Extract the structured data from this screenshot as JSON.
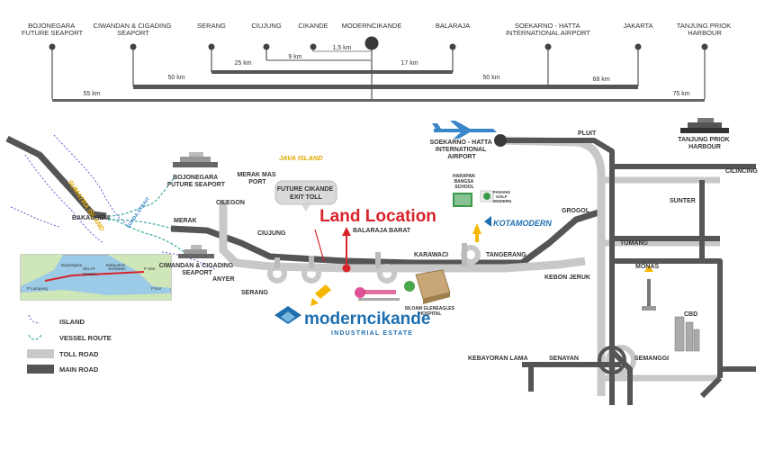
{
  "distance_chart": {
    "destinations": [
      {
        "id": "bojonegara",
        "lines": [
          "BOJONEGARA",
          "FUTURE SEAPORT"
        ]
      },
      {
        "id": "ciwandan",
        "lines": [
          "CIWANDAN & CIGADING",
          "SEAPORT"
        ]
      },
      {
        "id": "serang",
        "lines": [
          "SERANG"
        ]
      },
      {
        "id": "ciujung",
        "lines": [
          "CIUJUNG"
        ]
      },
      {
        "id": "cikande",
        "lines": [
          "CIKANDE"
        ]
      },
      {
        "id": "moderncikande",
        "lines": [
          "MODERNCIKANDE"
        ]
      },
      {
        "id": "balaraja",
        "lines": [
          "BALARAJA"
        ]
      },
      {
        "id": "soekarno",
        "lines": [
          "SOEKARNO - HATTA",
          "INTERNATIONAL AIRPORT"
        ]
      },
      {
        "id": "jakarta",
        "lines": [
          "JAKARTA"
        ]
      },
      {
        "id": "tanjung",
        "lines": [
          "TANJUNG PRIOK",
          "HARBOUR"
        ]
      }
    ],
    "distances": [
      "1,5 km",
      "9 km",
      "25 km",
      "17 km",
      "50 km",
      "50 km",
      "68 km",
      "55 km",
      "75 km"
    ]
  },
  "map": {
    "labels": {
      "sumatra_island": "SUMATRA ISLAND",
      "java_island": "JAVA ISLAND",
      "sunda_strait": "SUNDA STRAIT",
      "bakauheni": "BAKAUHENI",
      "merak": "MERAK",
      "merak_mas_port": [
        "MERAK MAS",
        "PORT"
      ],
      "bojonegara_port": [
        "BOJONEGARA",
        "FUTURE SEAPORT"
      ],
      "ciwandan_port": [
        "CIWANDAN & CIGADING",
        "SEAPORT"
      ],
      "cilegon": "CILEGON",
      "anyer": "ANYER",
      "serang": "SERANG",
      "ciujung": "CIUJUNG",
      "future_exit": [
        "FUTURE CIKANDE",
        "EXIT TOLL"
      ],
      "land_location": "Land Location",
      "balaraja_barat": "BALARAJA BARAT",
      "karawaci": "KARAWACI",
      "tangerang": "TANGERANG",
      "kebon_jeruk": "KEBON JERUK",
      "grogol": "GROGOL",
      "tomang": "TOMANG",
      "monas": "MONAS",
      "cbd": "CBD",
      "sunter": "SUNTER",
      "cilincing": "CILINCING",
      "pluit": "PLUIT",
      "semanggi": "SEMANGGI",
      "senayan": "SENAYAN",
      "kebayoran": "KEBAYORAN LAMA",
      "airport": [
        "SOEKARNO - HATTA",
        "INTERNATIONAL",
        "AIRPORT"
      ],
      "tanjung_priok": [
        "TANJUNG PRIOK",
        "HARBOUR"
      ],
      "harapan": [
        "HARAPAN",
        "BANGSA",
        "SCHOOL"
      ],
      "padang_golf": [
        "PADANG",
        "GOLF",
        "MODERN"
      ],
      "kotamodern": "KOTAMODERN",
      "siloam": [
        "SILOAM GLENEAGLES",
        "HOSPITAL"
      ],
      "moderncikande_logo": "moderncikande",
      "industrial_estate": "INDUSTRIAL ESTATE"
    },
    "inset": {
      "labels": [
        "Bojonegara",
        "SELAT",
        "SUNDA",
        "Bakauheni",
        "Jembatan",
        "P Ular",
        "P Lampung",
        "P Kur"
      ]
    }
  },
  "legend": [
    {
      "id": "island",
      "label": "ISLAND"
    },
    {
      "id": "vessel",
      "label": "VESSEL ROUTE"
    },
    {
      "id": "toll",
      "label": "TOLL ROAD"
    },
    {
      "id": "main",
      "label": "MAIN ROAD"
    }
  ],
  "colors": {
    "toll": "#c8c8c8",
    "main": "#555555",
    "land": "#d8232a",
    "accent": "#2a6ebb",
    "brand": "#1e6fb0"
  }
}
